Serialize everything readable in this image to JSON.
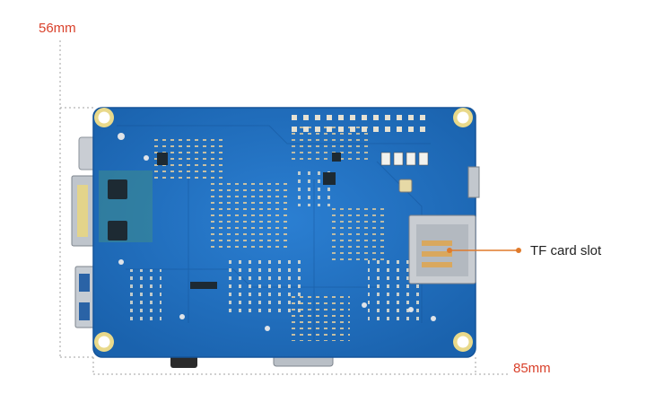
{
  "dimensions": {
    "height_label": "56mm",
    "width_label": "85mm"
  },
  "callout": {
    "label": "TF card slot"
  },
  "colors": {
    "board": "#1f6fc0",
    "board_dark": "#15549a",
    "callout_line": "#e07a2b",
    "dim_text": "#d9412b",
    "dotted": "#9a9a9a"
  }
}
